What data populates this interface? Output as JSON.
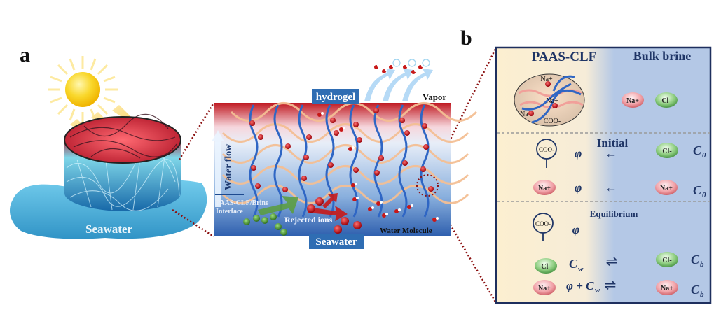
{
  "figure": {
    "panel_a": {
      "label": "a",
      "device": {
        "caption": "Seawater",
        "sun_icon": "sun-icon",
        "light_rays": 3
      },
      "schematic": {
        "top_tag": "hydrogel",
        "bottom_tag": "Seawater",
        "vapor_label": "Vapor",
        "water_flow_label": "Water flow",
        "interface_label_line1": "PAAS-CLF/Brine",
        "interface_label_line2": "Interface",
        "rejected_ions_label": "Rejected ions",
        "water_molecule_label": "Water Molecule"
      }
    },
    "panel_b": {
      "label": "b",
      "header": {
        "left_title": "PAAS-CLF",
        "right_title": "Bulk brine",
        "network_labels": [
          "Na+",
          "Na+",
          "Na",
          "COO-"
        ],
        "bulk_ions": [
          "Na+",
          "Cl-"
        ]
      },
      "initial": {
        "title": "Initial",
        "rows": [
          {
            "left_species": "COO-",
            "left_symbol": "φ",
            "arrow": "←",
            "right_species": "Cl-",
            "right_conc": "C",
            "right_sub": "0"
          },
          {
            "left_species": "Na+",
            "left_symbol": "φ",
            "arrow": "←",
            "right_species": "Na+",
            "right_conc": "C",
            "right_sub": "0"
          }
        ]
      },
      "equilibrium": {
        "title": "Equilibrium",
        "fixed": {
          "species": "COO-",
          "symbol": "φ"
        },
        "rows": [
          {
            "left_species": "Cl-",
            "left_conc": "C",
            "left_sub": "w",
            "arrow": "⇌",
            "right_species": "Cl-",
            "right_conc": "C",
            "right_sub": "b"
          },
          {
            "left_species": "Na+",
            "left_conc_prefix": "φ + C",
            "left_sub": "w",
            "arrow": "⇌",
            "right_species": "Na+",
            "right_conc": "C",
            "right_sub": "b"
          }
        ]
      }
    },
    "colors": {
      "tag_blue": "#2f6db3",
      "title_navy": "#1f3566",
      "box_border": "#1e2f5e",
      "gel_yellow": "#fcefd0",
      "brine_blue": "#b4c8e6",
      "dotted_red": "#8b1010",
      "na_pink": "#e98a8f",
      "cl_green": "#6bb36a"
    }
  }
}
